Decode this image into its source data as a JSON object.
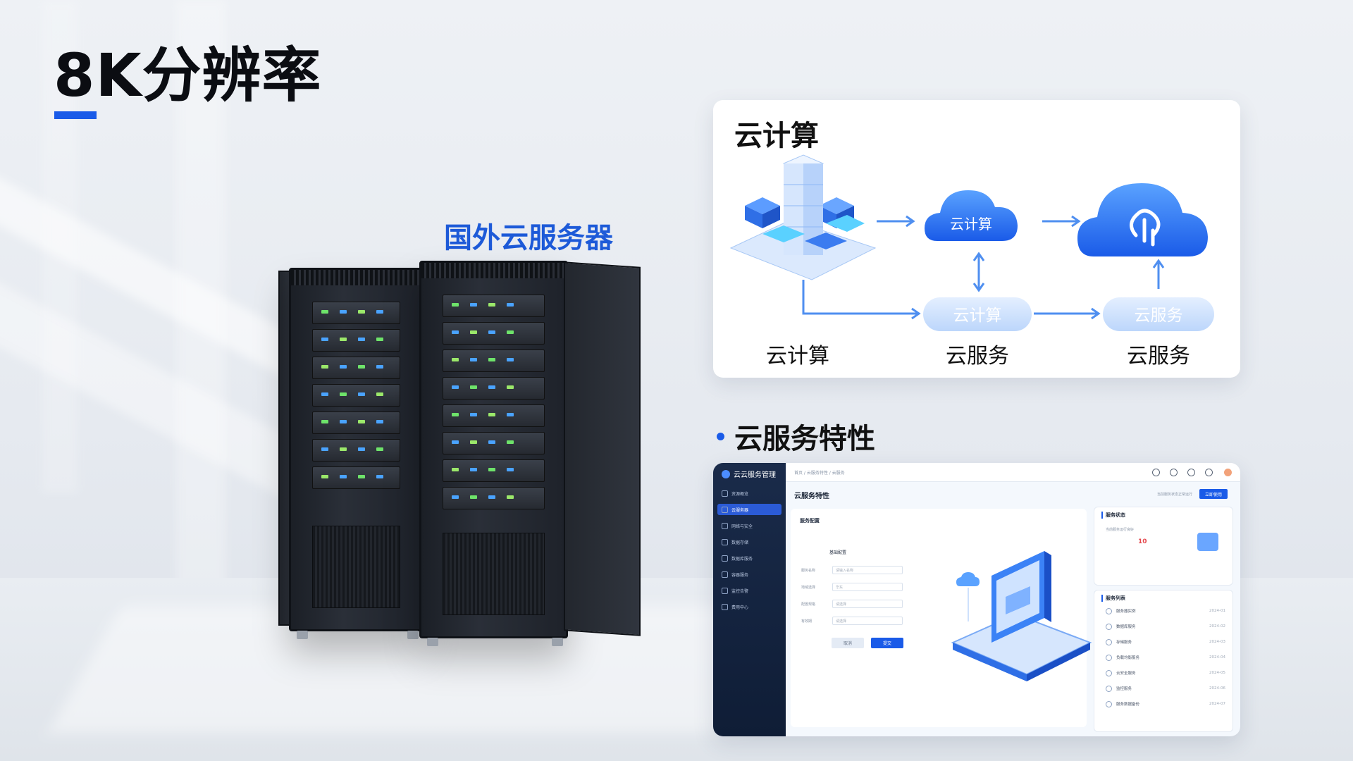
{
  "headline": "8K分辨率",
  "server_caption": "国外云服务器",
  "cloud_card": {
    "title": "云计算",
    "badge_top": "云计算",
    "badge_mid": "云计算",
    "badge_right": "云服务",
    "labels": [
      "云计算",
      "云服务",
      "云服务"
    ]
  },
  "features_heading": "云服务特性",
  "app": {
    "brand": "云云服务管理",
    "breadcrumb": "首页 / 云服务特性 / 云服务",
    "page_title": "云服务特性",
    "right_note": "当前服务状态正常运行",
    "primary_button": "立即使用",
    "sidebar_items": [
      "资源概览",
      "云服务器",
      "网络与安全",
      "数据存储",
      "数据库服务",
      "容器服务",
      "监控告警",
      "费用中心"
    ],
    "form_title": "服务配置",
    "form_subtitle": "基础配置",
    "form_rows": [
      {
        "label": "服务名称",
        "value": "请输入名称"
      },
      {
        "label": "地域选择",
        "value": "华东"
      },
      {
        "label": "配置规格",
        "value": "请选择"
      },
      {
        "label": "有效期",
        "value": "请选择"
      }
    ],
    "cancel_button": "取消",
    "submit_button": "提交",
    "panel_status_title": "服务状态",
    "panel_status_text": "当前服务运行良好",
    "panel_status_count": "10",
    "panel_list_title": "服务列表",
    "list_items": [
      {
        "name": "服务器实例",
        "date": "2024-01"
      },
      {
        "name": "数据库服务",
        "date": "2024-02"
      },
      {
        "name": "存储服务",
        "date": "2024-03"
      },
      {
        "name": "负载均衡服务",
        "date": "2024-04"
      },
      {
        "name": "云安全服务",
        "date": "2024-05"
      },
      {
        "name": "监控服务",
        "date": "2024-06"
      },
      {
        "name": "服务数据备份",
        "date": "2024-07"
      }
    ]
  },
  "colors": {
    "accent": "#1a5be8",
    "cloud": "#2f7cf5"
  }
}
